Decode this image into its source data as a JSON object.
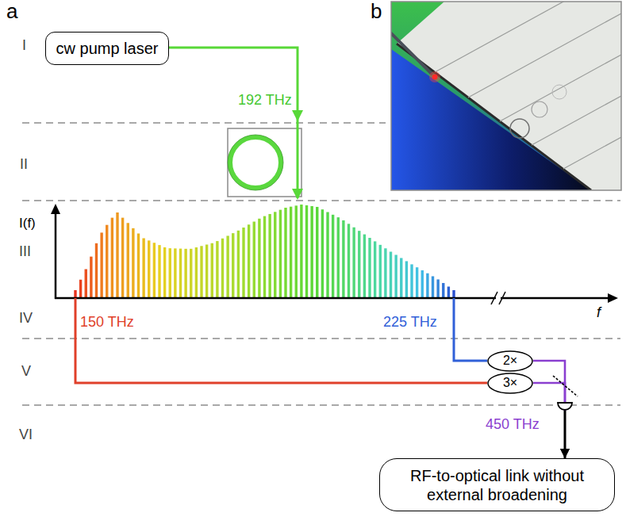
{
  "diagram": {
    "nodes": [
      {
        "text": [
          "cw pump laser"
        ]
      },
      {
        "text": [
          "2×"
        ]
      },
      {
        "text": [
          "3×"
        ]
      },
      {
        "text": [
          "RF-to-optical link without external broadening"
        ]
      }
    ],
    "edges": [
      {
        "from": 1,
        "to": 3,
        "arrow": "to"
      },
      {
        "from": 2,
        "to": 3,
        "arrow": "to"
      }
    ],
    "labels": [
      "a",
      "b",
      "I",
      "II",
      "III",
      "IV",
      "V",
      "VI",
      "192 THz",
      "I(f)",
      "150 THz",
      "225 THz",
      "f",
      "450 THz"
    ]
  }
}
